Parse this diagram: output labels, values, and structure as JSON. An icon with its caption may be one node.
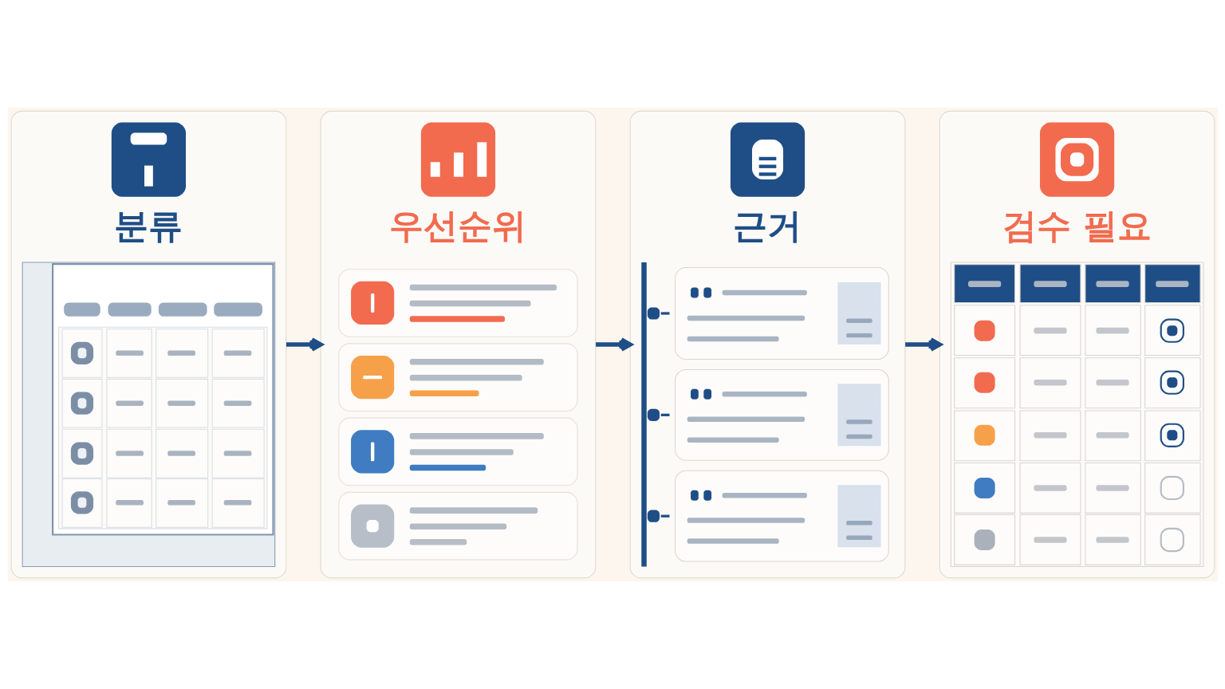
{
  "diagram": {
    "nodes": [
      {
        "text": [
          "분류"
        ]
      },
      {
        "text": [
          "우선순위"
        ]
      },
      {
        "text": [
          "근거"
        ]
      },
      {
        "text": [
          "검수 필요"
        ]
      }
    ],
    "edges": [
      {
        "from": 0,
        "to": 1,
        "arrow": "to"
      },
      {
        "from": 1,
        "to": 2,
        "arrow": "to"
      },
      {
        "from": 2,
        "to": 3,
        "arrow": "to"
      }
    ]
  }
}
